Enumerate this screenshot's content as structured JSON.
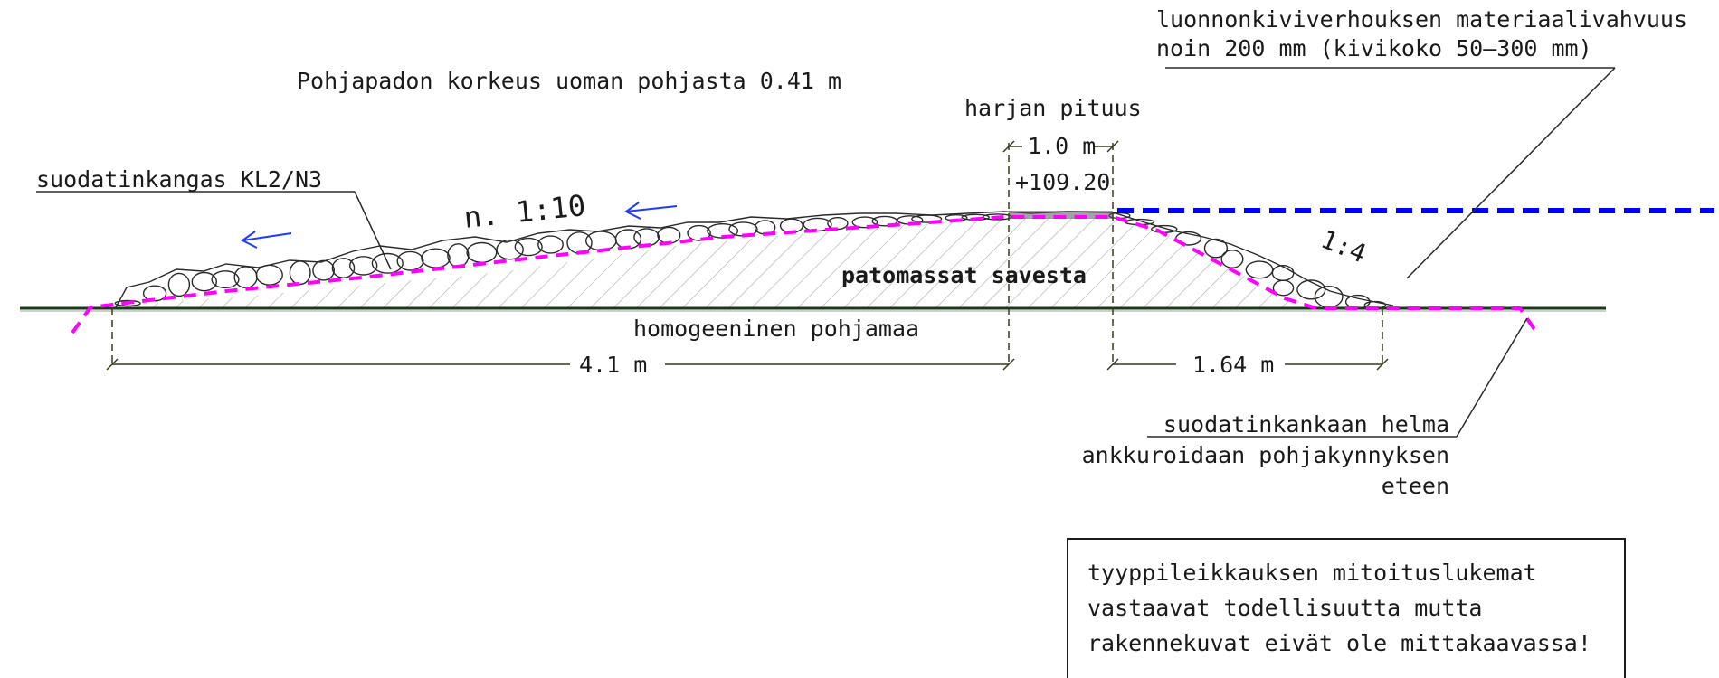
{
  "drawing": {
    "height_note": "Pohjapadon korkeus uoman pohjasta 0.41 m",
    "crest_label": "harjan pituus",
    "crest_length": "1.0 m",
    "crest_level": "+109.20",
    "geotextile_label": "suodatinkangas KL2/N3",
    "slope_upstream": "n. 1:10",
    "slope_downstream": "1:4",
    "fill_label": "patomassat savesta",
    "base_label": "homogeeninen pohjamaa",
    "dim_left": "4.1 m",
    "dim_right": "1.64 m",
    "stone_note_line1": "luonnonkiviverhouksen materiaalivahvuus",
    "stone_note_line2": "noin 200 mm (kivikoko 50–300 mm)",
    "hem_note_line1": "suodatinkankaan helma",
    "hem_note_line2": "ankkuroidaan pohjakynnyksen",
    "hem_note_line3": "eteen",
    "disclaimer_line1": "tyyppileikkauksen mitoituslukemat",
    "disclaimer_line2": "vastaavat todellisuutta mutta",
    "disclaimer_line3": "rakennekuvat eivät ole mittakaavassa!"
  },
  "colors": {
    "geotextile": "#ff00ff",
    "water_level": "#0000ff",
    "flow_arrow": "#1e3cff",
    "ground": "#1a3a1a",
    "dimension": "#3a3a1a",
    "hatch": "#b0b0b0"
  }
}
